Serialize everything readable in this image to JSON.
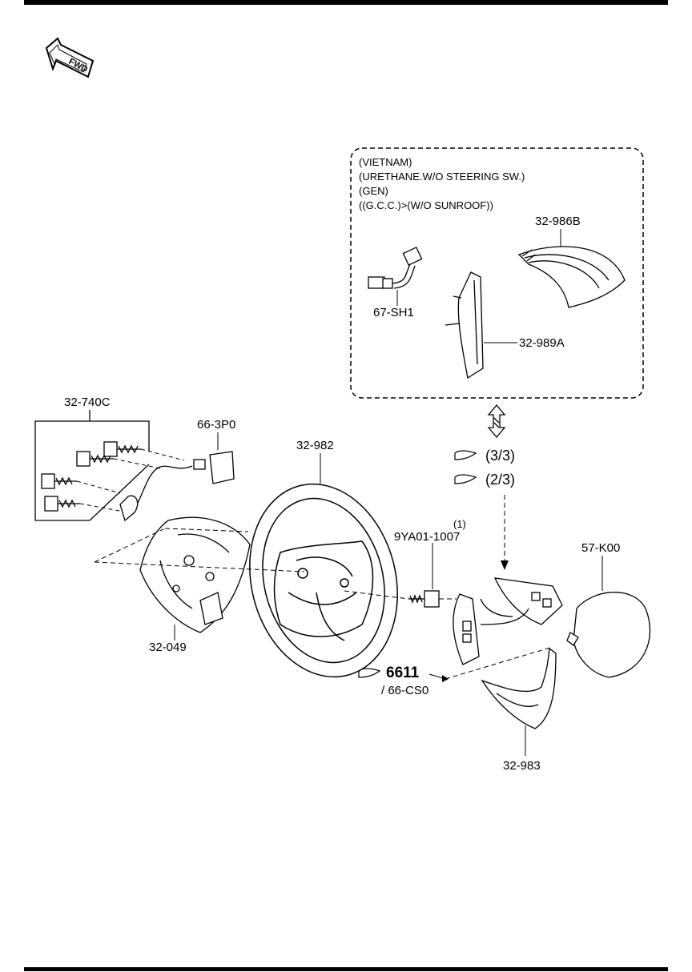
{
  "fwd_label": "FWD",
  "notes": {
    "line1": "(VIETNAM)",
    "line2": "(URETHANE.W/O STEERING SW.)",
    "line3": "(GEN)",
    "line4": "((G.C.C.)>(W/O SUNROOF))"
  },
  "parts": {
    "p_32_986B": "32-986B",
    "p_67_SH1": "67-SH1",
    "p_32_989A": "32-989A",
    "p_32_740C": "32-740C",
    "p_66_3P0": "66-3P0",
    "p_32_982": "32-982",
    "p_9YA01_qty": "(1)",
    "p_9YA01": "9YA01-1007",
    "p_57_K00": "57-K00",
    "p_32_049": "32-049",
    "p_6611": "6611",
    "p_66_CS0": "/ 66-CS0",
    "p_32_983": "32-983"
  },
  "refs": {
    "ref_3_3": "(3/3)",
    "ref_2_3": "(2/3)"
  }
}
